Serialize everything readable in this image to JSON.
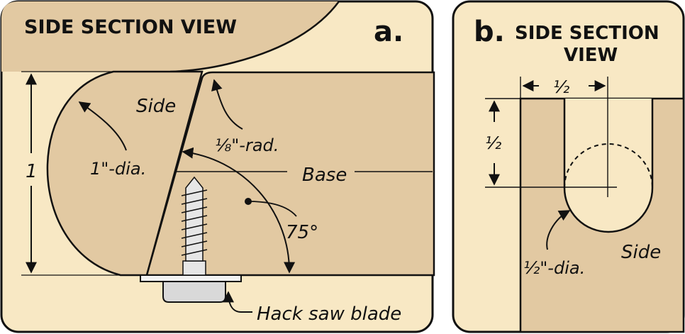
{
  "panel_a": {
    "title": "SIDE SECTION VIEW",
    "badge": "a.",
    "labels": {
      "side": "Side",
      "base": "Base",
      "dia": "1\"-dia.",
      "rad": "⅛\"-rad.",
      "height": "1",
      "angle": "75°",
      "blade": "Hack saw blade"
    }
  },
  "panel_b": {
    "badge": "b.",
    "title_line1": "SIDE SECTION",
    "title_line2": "VIEW",
    "labels": {
      "width": "½",
      "depth": "½",
      "dia": "½\"-dia.",
      "side": "Side"
    }
  },
  "colors": {
    "background": "#f8e8c4",
    "wood": "#e2c9a2",
    "outline": "#111111",
    "screw": "#d9d9d9"
  }
}
